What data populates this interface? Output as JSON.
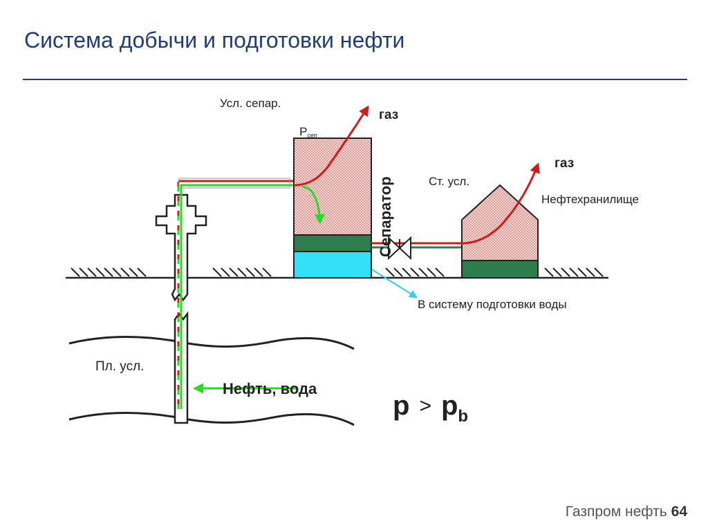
{
  "slide": {
    "title": "Система добычи и подготовки нефти",
    "footer_brand": "Газпром нефть",
    "page_number": "64"
  },
  "diagram": {
    "separator_conditions": "Усл. сепар.",
    "separator_pressure": "P",
    "separator_pressure_sub": "сеп",
    "gas_separator": "газ",
    "separator_label": "Сепаратор",
    "storage_conditions": "Ст. усл.",
    "gas_storage": "газ",
    "storage_label": "Нефтехранилище",
    "water_system": "В систему подготовки воды",
    "reservoir_conditions": "Пл. усл.",
    "inflow_label": "Нефть, вода",
    "condition_p": "p",
    "condition_sign": ">",
    "condition_pb": "p",
    "condition_pb_sub": "b"
  },
  "colors": {
    "oil_red": "#d11a1a",
    "water_green": "#22dd22",
    "liquid_green": "#2e7d4f",
    "water_cyan": "#33e0f5",
    "tank_fill": "#f3d3d3",
    "arrow_cyan": "#33ccee"
  }
}
